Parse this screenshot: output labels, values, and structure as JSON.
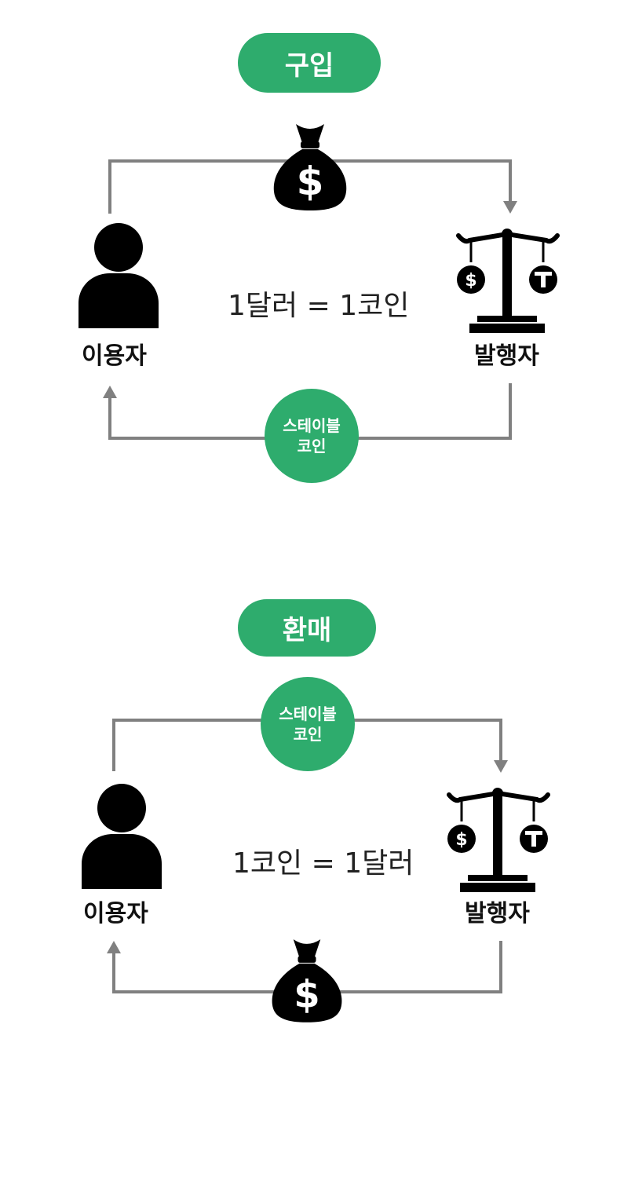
{
  "colors": {
    "accent": "#2eac6d",
    "line": "#808080",
    "icon": "#000000"
  },
  "buy": {
    "title": "구입",
    "user_label": "이용자",
    "issuer_label": "발행자",
    "equation": "1달러 = 1코인",
    "coin_label_line1": "스테이블",
    "coin_label_line2": "코인",
    "top_icon": "money-bag-icon",
    "bottom_icon": "stablecoin-circle"
  },
  "sell": {
    "title": "환매",
    "user_label": "이용자",
    "issuer_label": "발행자",
    "equation": "1코인 = 1달러",
    "coin_label_line1": "스테이블",
    "coin_label_line2": "코인",
    "top_icon": "stablecoin-circle",
    "bottom_icon": "money-bag-icon"
  }
}
